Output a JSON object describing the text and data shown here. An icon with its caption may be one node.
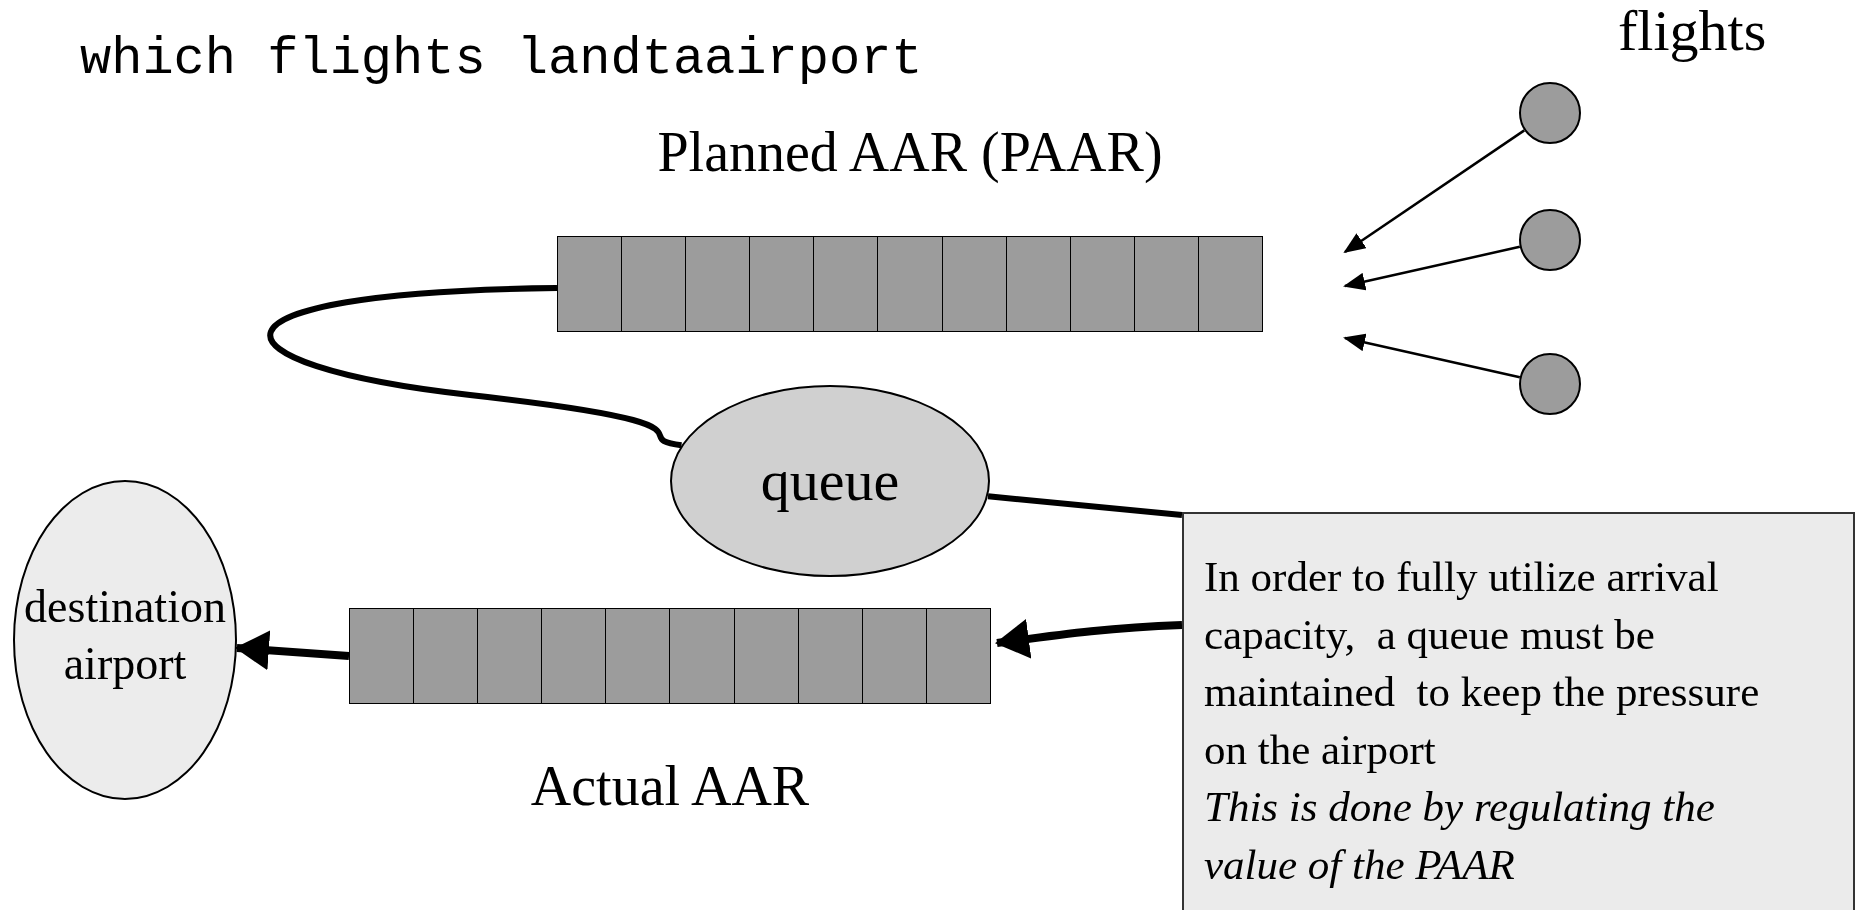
{
  "diagram": {
    "nodes": [
      {
        "text": [
          "Planned AAR (PAAR)"
        ]
      },
      {
        "text": [],
        "shape": "circle"
      },
      {
        "text": [],
        "shape": "circle"
      },
      {
        "text": [],
        "shape": "circle"
      },
      {
        "text": [
          "queue"
        ]
      },
      {
        "text": [
          "Actual AAR"
        ]
      },
      {
        "text": [
          "destination airport"
        ]
      },
      {
        "text": [
          "In order to fully utilize arrival capacity,  a queue must be maintained  to keep the pressure on the airport",
          "This is done by regulating the value of the PAAR"
        ]
      }
    ],
    "edges": [
      {
        "from": 1,
        "to": null,
        "arrow": "to"
      },
      {
        "from": 2,
        "to": null,
        "arrow": "to"
      },
      {
        "from": 3,
        "to": null,
        "arrow": "to"
      },
      {
        "from": 0,
        "to": 4,
        "arrow": "none"
      },
      {
        "from": 4,
        "to": 7,
        "arrow": "none"
      },
      {
        "from": 7,
        "to": 5,
        "arrow": "to"
      },
      {
        "from": 5,
        "to": 6,
        "arrow": "to"
      }
    ],
    "labels": [
      "which flights landtaairport",
      "flights"
    ]
  }
}
